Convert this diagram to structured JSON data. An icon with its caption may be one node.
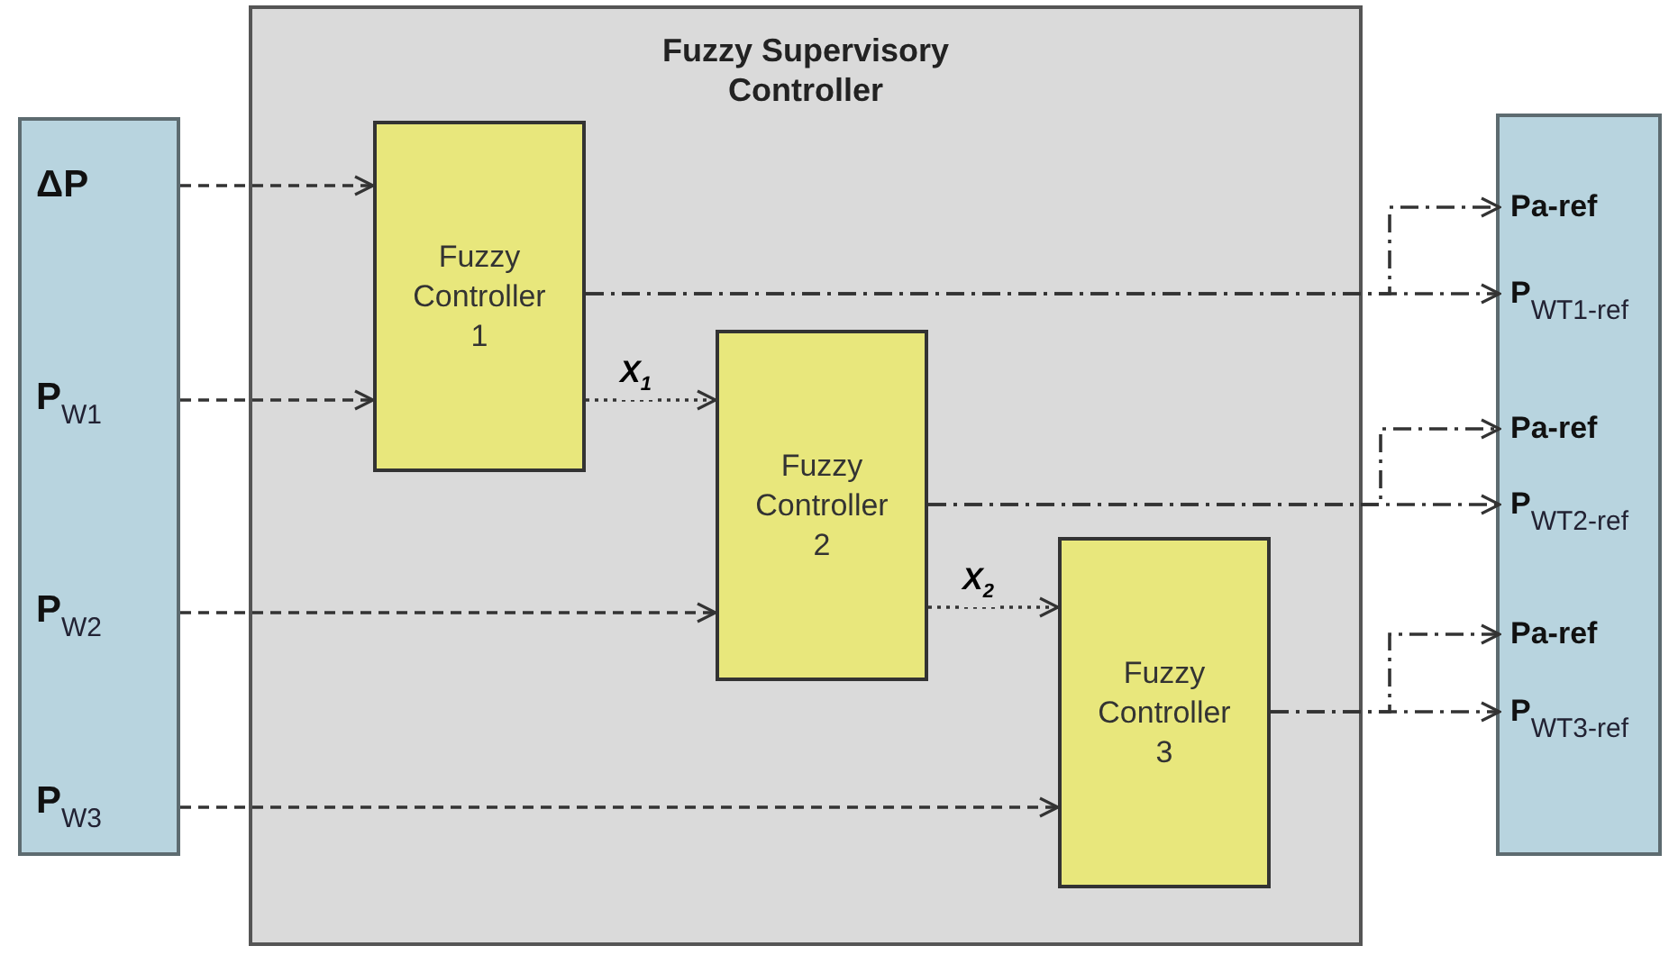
{
  "diagram": {
    "nodes": [
      {
        "text": [],
        "shape": "box"
      },
      {
        "text": [
          "ΔP"
        ],
        "in": 0
      },
      {
        "text": [
          "P$_{W1}$"
        ],
        "in": 0
      },
      {
        "text": [
          "P$_{W2}$"
        ],
        "in": 0
      },
      {
        "text": [
          "P$_{W3}$"
        ],
        "in": 0
      },
      {
        "text": [
          "Fuzzy Supervisory Controller"
        ]
      },
      {
        "text": [
          "Fuzzy Controller 1"
        ],
        "in": 5
      },
      {
        "text": [
          "Fuzzy Controller 2"
        ],
        "in": 5
      },
      {
        "text": [
          "Fuzzy Controller 3"
        ],
        "in": 5
      },
      {
        "text": [],
        "shape": "box"
      },
      {
        "text": [
          "Pa-ref"
        ],
        "in": 9
      },
      {
        "text": [
          "P$_{WT1-ref}$"
        ],
        "in": 9
      },
      {
        "text": [
          "Pa-ref"
        ],
        "in": 9
      },
      {
        "text": [
          "P$_{WT2-ref}$"
        ],
        "in": 9
      },
      {
        "text": [
          "Pa-ref"
        ],
        "in": 9
      },
      {
        "text": [
          "P$_{WT3-ref}$"
        ],
        "in": 9
      }
    ],
    "edges": [
      {
        "from": 1,
        "to": 6,
        "arrow": "to",
        "style": "dashed"
      },
      {
        "from": 2,
        "to": 6,
        "arrow": "to",
        "style": "dashed"
      },
      {
        "from": 3,
        "to": 7,
        "arrow": "to",
        "style": "dashed"
      },
      {
        "from": 4,
        "to": 8,
        "arrow": "to",
        "style": "dashed"
      },
      {
        "from": 6,
        "to": 7,
        "arrow": "to",
        "label": "X$_{1}$",
        "style": "dashed"
      },
      {
        "from": 7,
        "to": 8,
        "arrow": "to",
        "label": "X$_{2}$",
        "style": "dashed"
      },
      {
        "from": 6,
        "to": 10,
        "arrow": "to"
      },
      {
        "from": 6,
        "to": 11,
        "arrow": "to"
      },
      {
        "from": 7,
        "to": 12,
        "arrow": "to"
      },
      {
        "from": 7,
        "to": 13,
        "arrow": "to"
      },
      {
        "from": 8,
        "to": 14,
        "arrow": "to"
      },
      {
        "from": 8,
        "to": 15,
        "arrow": "to"
      }
    ]
  }
}
